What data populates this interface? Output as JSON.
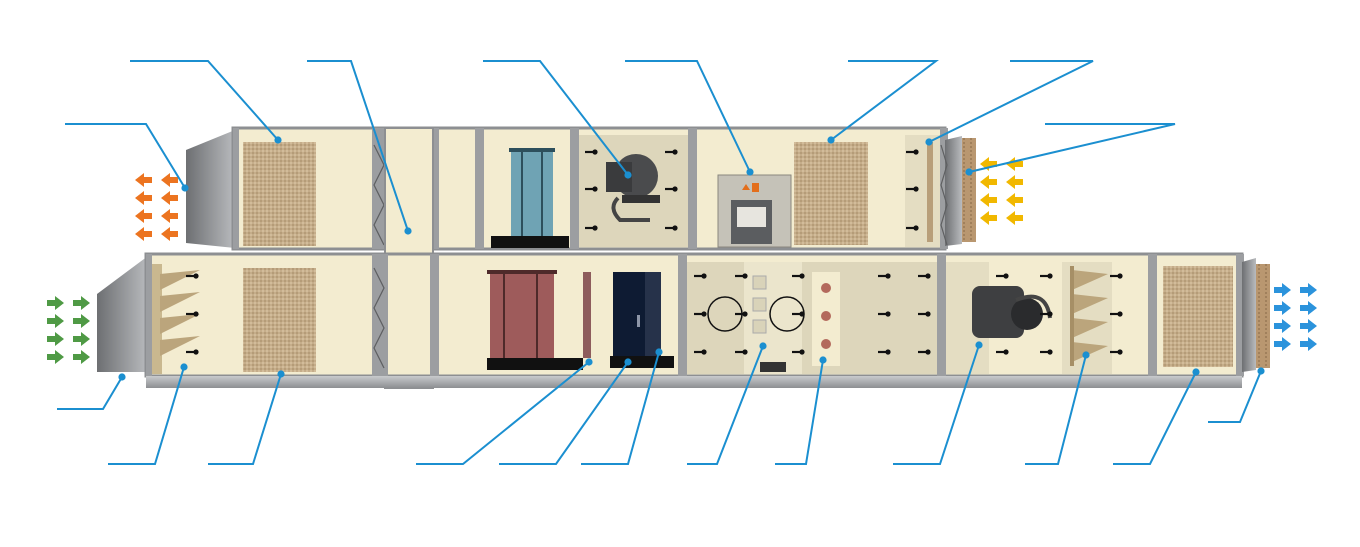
{
  "diagram": {
    "subject": "air-handling-unit-cutaway",
    "colors": {
      "casing": "#f3ecd0",
      "panel_shade": "#ddd6bb",
      "frame": "#a7a9ac",
      "frame_dark": "#6e7073",
      "filter": "#c2a985",
      "callout": "#1b8fd0",
      "exhaust_arrows": "#ec7420",
      "outdoor_arrows": "#4f9a45",
      "return_arrows": "#f1b800",
      "supply_arrows": "#2b93dc",
      "cooling_coil": "#6fa3b4",
      "heating_coil": "#9e5b5b",
      "heat_exchanger": "#0e1b33"
    },
    "callouts": [
      {
        "id": "exhaust-damper"
      },
      {
        "id": "exhaust-filter"
      },
      {
        "id": "bypass-damper"
      },
      {
        "id": "exhaust-cooling-coil"
      },
      {
        "id": "exhaust-fan"
      },
      {
        "id": "control-cabinet"
      },
      {
        "id": "return-filter"
      },
      {
        "id": "return-damper"
      },
      {
        "id": "return-inlet"
      },
      {
        "id": "outdoor-damper"
      },
      {
        "id": "outdoor-silencer"
      },
      {
        "id": "outdoor-filter"
      },
      {
        "id": "heating-coil-frame"
      },
      {
        "id": "heat-recovery-coil"
      },
      {
        "id": "droplet-separator"
      },
      {
        "id": "mixing-section"
      },
      {
        "id": "electric-heater"
      },
      {
        "id": "supply-fan"
      },
      {
        "id": "supply-silencer"
      },
      {
        "id": "supply-filter"
      },
      {
        "id": "supply-outlet"
      }
    ]
  }
}
